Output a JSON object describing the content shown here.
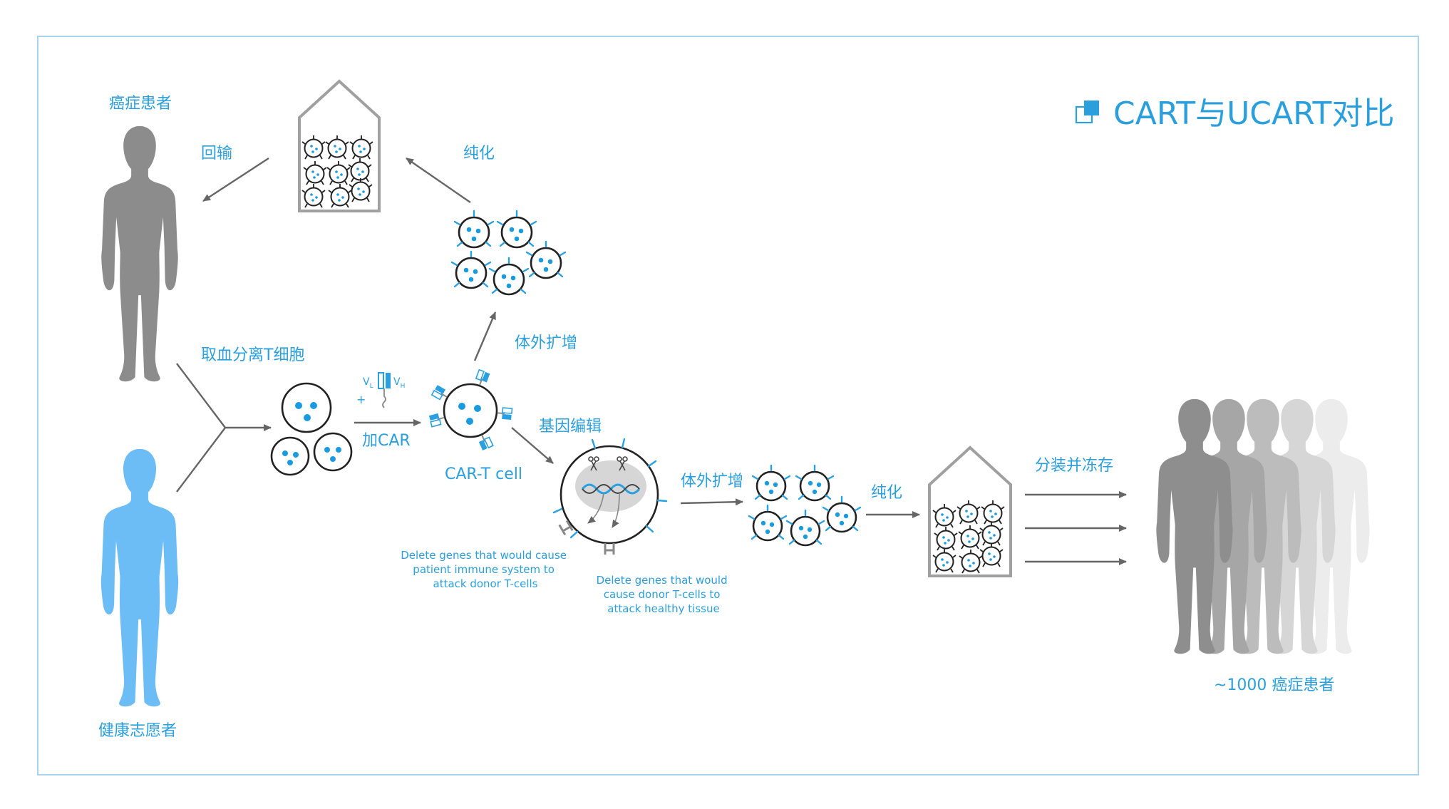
{
  "title": "CART与UCART对比",
  "colors": {
    "accent": "#2a9fdc",
    "patient": "#8c8c8c",
    "volunteer": "#6cbcf5",
    "frame": "#a8d4ef",
    "arrow": "#666666"
  },
  "labels": {
    "patient": "癌症患者",
    "volunteer": "健康志愿者",
    "reinfusion": "回输",
    "purify1": "纯化",
    "extract": "取血分离T细胞",
    "expand1": "体外扩增",
    "add_car": "加CAR",
    "plus": "+",
    "vl": "V",
    "vl_sub": "L",
    "vh": "V",
    "vh_sub": "H",
    "cart_cell": "CAR-T cell",
    "gene_edit": "基因编辑",
    "expand2": "体外扩增",
    "purify2": "纯化",
    "pack_freeze": "分装并冻存",
    "patients_1000": "~1000 癌症患者"
  },
  "notes": {
    "note1": [
      "Delete genes that would cause",
      "patient immune system to",
      "attack donor T-cells"
    ],
    "note2": [
      "Delete genes that would",
      "cause donor T-cells to",
      "attack healthy tissue"
    ]
  },
  "crowd_shades": [
    "#ececec",
    "#d6d6d6",
    "#bcbcbc",
    "#a6a6a6",
    "#8e8e8e"
  ]
}
